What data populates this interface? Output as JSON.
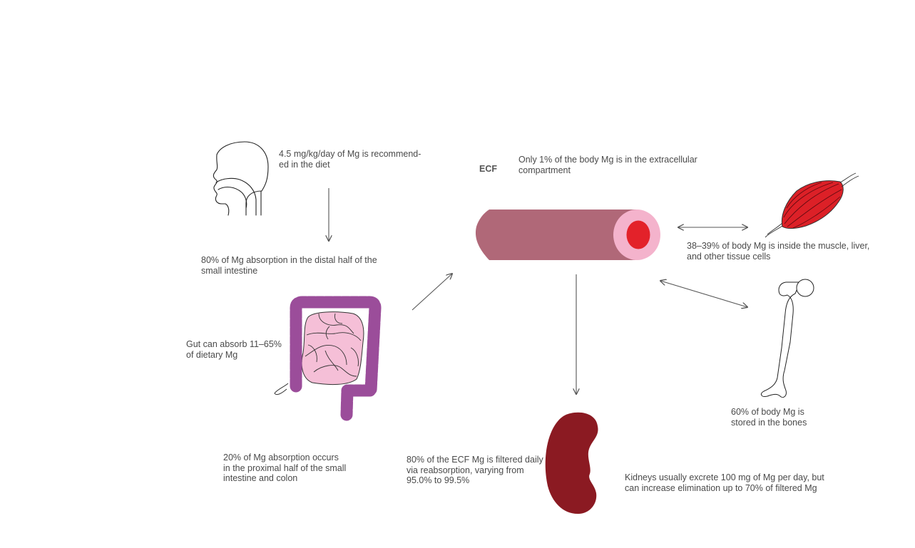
{
  "labels": {
    "diet": "4.5 mg/kg/day of Mg is recommend-\ned in the diet",
    "ecf_tag": "ECF",
    "ecf": "Only 1% of the body Mg is in the extracellular\ncompartment",
    "distal": "80% of Mg absorption in the distal half of the\nsmall intestine",
    "gut": "Gut can absorb 11–65%\nof dietary Mg",
    "proximal": "20% of Mg absorption occurs\nin the proximal half of the small\nintestine and colon",
    "muscle": "38–39% of body Mg is inside the muscle, liver,\nand other tissue cells",
    "bone": "60% of body Mg is\nstored in the bones",
    "filtered": "80% of the ECF Mg is filtered daily\nvia reabsorption, varying from\n95.0% to 99.5%",
    "kidney": "Kidneys usually excrete 100 mg of Mg per day, but\ncan increase elimination up to 70% of filtered Mg"
  },
  "icons": [
    "head-icon",
    "intestine-icon",
    "blood-vessel-icon",
    "muscle-icon",
    "bone-icon",
    "kidney-icon"
  ],
  "colors": {
    "vessel": "#b06878",
    "vessel_lumen_ring": "#f4b3cc",
    "vessel_lumen": "#e3222a",
    "colon": "#9b4d9a",
    "small_intestine": "#f5bfd7",
    "muscle": "#dc2027",
    "kidney": "#8b1a22",
    "arrow": "#555555"
  }
}
